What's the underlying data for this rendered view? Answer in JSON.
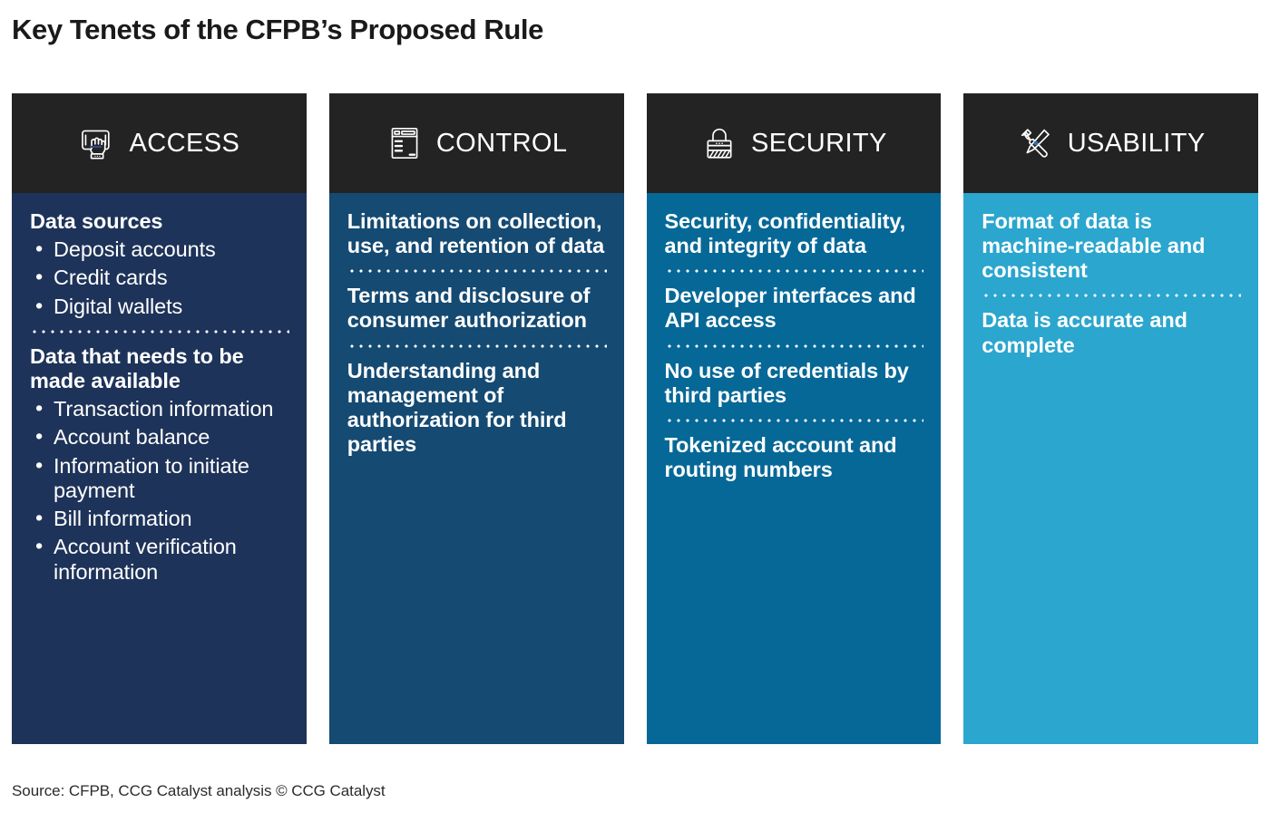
{
  "title": "Key Tenets of the CFPB’s Proposed Rule",
  "source": "Source: CFPB, CCG Catalyst analysis © CCG Catalyst",
  "colors": {
    "header_bar": "#232323",
    "page_background": "#ffffff",
    "title_text": "#1a1a1a",
    "column_1": "#1e3359",
    "column_2": "#154a72",
    "column_3": "#066897",
    "column_4": "#2ba6ce"
  },
  "columns": [
    {
      "id": "access",
      "title": "ACCESS",
      "icon": "hand-tap-tablet-icon",
      "color": "#1e3359",
      "blocks": [
        {
          "type": "list",
          "heading": "Data sources",
          "items": [
            "Deposit accounts",
            "Credit cards",
            "Digital wallets"
          ]
        },
        {
          "type": "list",
          "heading": "Data that needs to be made available",
          "items": [
            "Transaction information",
            "Account balance",
            "Information to initiate payment",
            "Bill information",
            "Account verification information"
          ]
        }
      ]
    },
    {
      "id": "control",
      "title": "CONTROL",
      "icon": "browser-window-icon",
      "color": "#154a72",
      "blocks": [
        {
          "type": "statement",
          "text": "Limitations on collection, use, and retention of data"
        },
        {
          "type": "statement",
          "text": "Terms and disclosure of consumer authorization"
        },
        {
          "type": "statement",
          "text": "Understanding and management of authorization for third parties"
        }
      ]
    },
    {
      "id": "security",
      "title": "SECURITY",
      "icon": "padlock-icon",
      "color": "#066897",
      "blocks": [
        {
          "type": "statement",
          "text": "Security, confidentiality, and integrity of data"
        },
        {
          "type": "statement",
          "text": "Developer interfaces and API access"
        },
        {
          "type": "statement",
          "text": "No use of credentials by third parties"
        },
        {
          "type": "statement",
          "text": "Tokenized account and routing numbers"
        }
      ]
    },
    {
      "id": "usability",
      "title": "USABILITY",
      "icon": "wrench-screwdriver-icon",
      "color": "#2ba6ce",
      "blocks": [
        {
          "type": "statement",
          "text": "Format of data is machine-readable and consistent"
        },
        {
          "type": "statement",
          "text": "Data is accurate and complete"
        }
      ]
    }
  ]
}
